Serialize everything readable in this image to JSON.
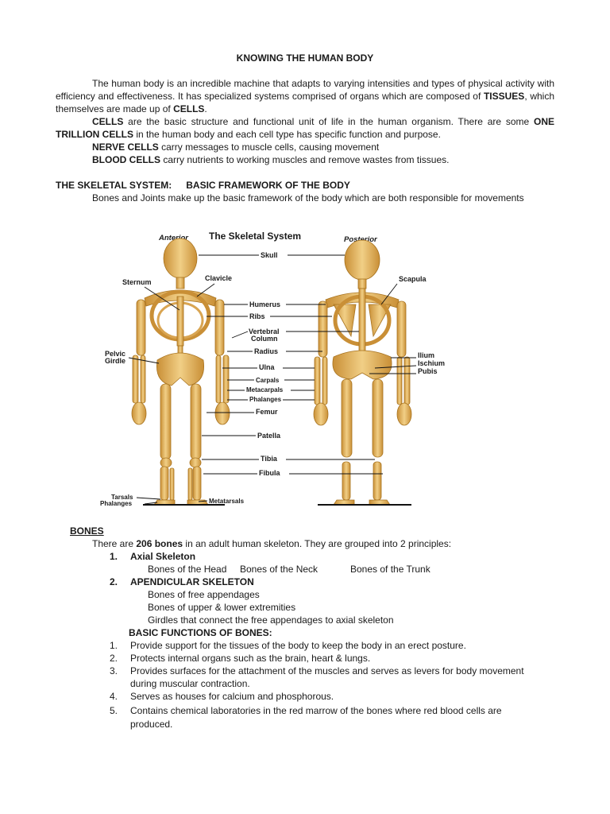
{
  "title": "KNOWING THE HUMAN BODY",
  "intro": {
    "p1_a": "The human body is an incredible machine that adapts to varying intensities and types of physical activity with efficiency and effectiveness. It has specialized systems comprised of organs which are composed of ",
    "p1_b": "TISSUES",
    "p1_c": ", which themselves are made up of ",
    "p1_d": "CELLS",
    "p1_e": ".",
    "p2_a": "CELLS",
    "p2_b": " are the basic structure and functional unit of life in the human organism. There are some ",
    "p2_c": "ONE TRILLION CELLS",
    "p2_d": " in the human body and each cell type has specific function and purpose.",
    "p3_a": "NERVE CELLS",
    "p3_b": " carry messages to muscle cells, causing movement",
    "p4_a": "BLOOD CELLS",
    "p4_b": " carry nutrients to working muscles and remove wastes from tissues."
  },
  "skeletal": {
    "heading_a": "THE SKELETAL SYSTEM:",
    "heading_b": "BASIC FRAMEWORK OF THE BODY",
    "text": "Bones and Joints make up the basic framework of the body which are both responsible for movements"
  },
  "figure": {
    "title": "The Skeletal System",
    "anterior": "Anterior",
    "posterior": "Posterior",
    "labels": {
      "skull": "Skull",
      "sternum": "Sternum",
      "clavicle": "Clavicle",
      "scapula": "Scapula",
      "humerus": "Humerus",
      "ribs": "Ribs",
      "vertebral": "Vertebral",
      "column": "Column",
      "pelvic": "Pelvic",
      "girdle": "Girdle",
      "radius": "Radius",
      "ilium": "Ilium",
      "ischium": "Ischium",
      "pubis": "Pubis",
      "ulna": "Ulna",
      "carpals": "Carpals",
      "metacarpals": "Metacarpals",
      "phalanges_hand": "Phalanges",
      "femur": "Femur",
      "patella": "Patella",
      "tibia": "Tibia",
      "fibula": "Fibula",
      "tarsals": "Tarsals",
      "phalanges_foot": "Phalanges",
      "metatarsals": "Metatarsals"
    },
    "bone_color": "#e3b15a"
  },
  "bones": {
    "heading": "BONES",
    "intro_a": "There are ",
    "intro_b": "206 bones",
    "intro_c": " in an adult human skeleton. They are grouped into 2 principles:",
    "axial_num": "1.",
    "axial": "Axial Skeleton",
    "axial_items": [
      "Bones of the Head",
      "Bones of the Neck",
      "Bones of the Trunk"
    ],
    "app_num": "2.",
    "appendicular": "APENDICULAR SKELETON",
    "app_items": [
      "Bones of free appendages",
      "Bones of upper & lower extremities",
      "Girdles that connect the free appendages to axial skeleton"
    ],
    "functions_heading": "BASIC FUNCTIONS OF BONES:",
    "functions": [
      {
        "num": "1.",
        "l1": "Provide support for the tissues of the body to keep the body in an erect posture.",
        "l2": ""
      },
      {
        "num": "2.",
        "l1": "Protects internal organs such as the brain, heart & lungs.",
        "l2": ""
      },
      {
        "num": "3.",
        "l1": "Provides surfaces for the attachment of the muscles and serves as levers for body movement",
        "l2": "during muscular contraction."
      },
      {
        "num": "4.",
        "l1": "Serves as houses for calcium and phosphorous.",
        "l2": ""
      },
      {
        "num": "5.",
        "l1": "Contains chemical laboratories in the red marrow of the bones where red blood cells are",
        "l2": "produced."
      }
    ]
  }
}
